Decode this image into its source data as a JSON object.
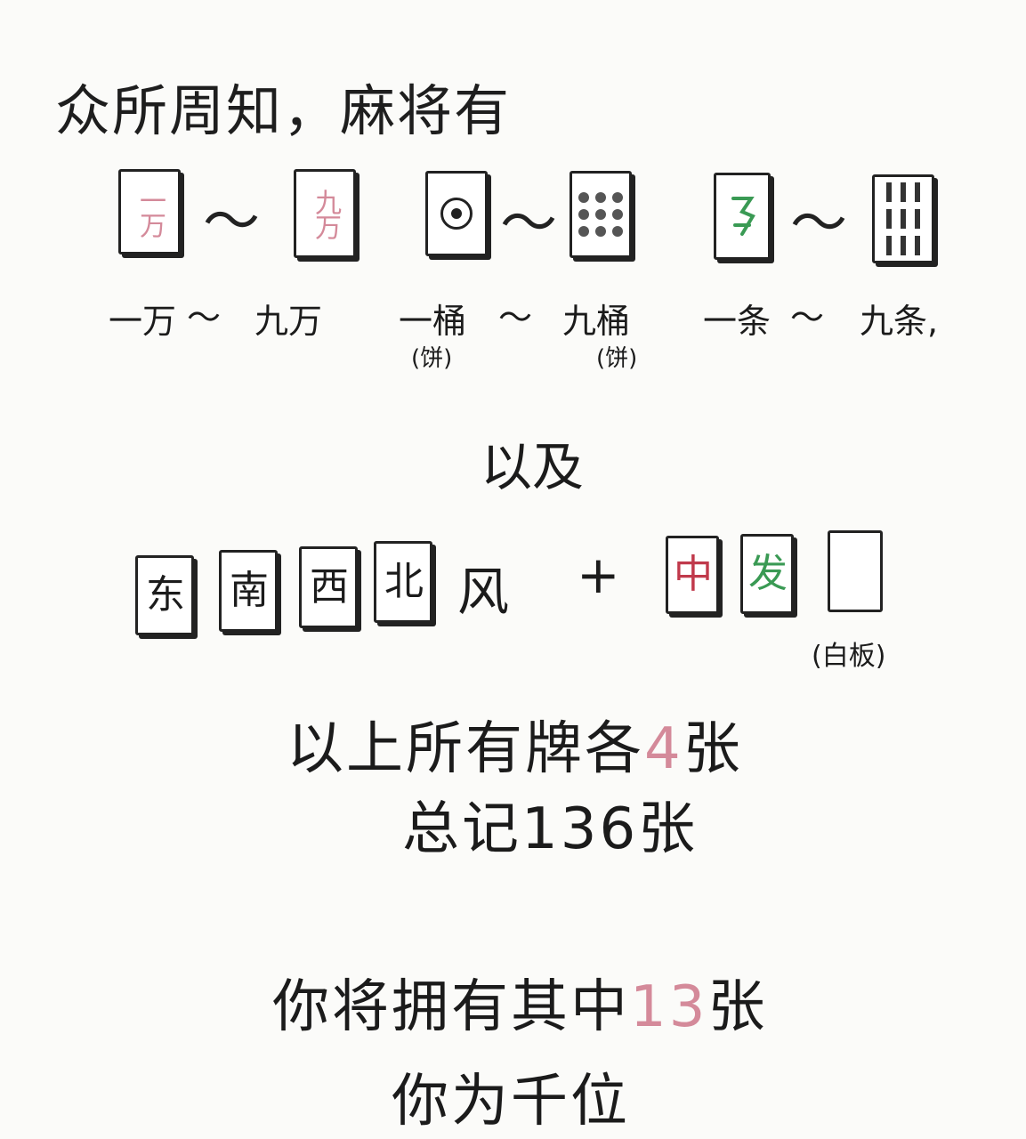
{
  "title": "众所周知，麻将有",
  "suits": [
    {
      "first_tile": "一万",
      "last_tile": "九万",
      "caption_first": "一万",
      "caption_last": "九万",
      "sub_first": "",
      "sub_last": ""
    },
    {
      "first_tile": "",
      "last_tile": "",
      "caption_first": "一桶",
      "caption_last": "九桶",
      "sub_first": "(饼)",
      "sub_last": "(饼)"
    },
    {
      "first_tile": "",
      "last_tile": "",
      "caption_first": "一条",
      "caption_last": "九条,",
      "sub_first": "",
      "sub_last": ""
    }
  ],
  "tilde": "～",
  "yiji": "以及",
  "winds": [
    "东",
    "南",
    "西",
    "北"
  ],
  "wind_word": "风",
  "plus": "+",
  "dragons": [
    "中",
    "发",
    ""
  ],
  "baiban_note": "(白板)",
  "count_prefix": "以上所有牌各",
  "count_num": "4",
  "count_suffix": "张",
  "total_prefix": "总记",
  "total_num": "136",
  "total_suffix": "张",
  "have_prefix": "你将拥有其中",
  "have_num": "13",
  "have_suffix": "张",
  "last_line": "你为千位",
  "colors": {
    "pink": "#d48a9a",
    "green": "#3a9a54",
    "red": "#c0394b"
  }
}
